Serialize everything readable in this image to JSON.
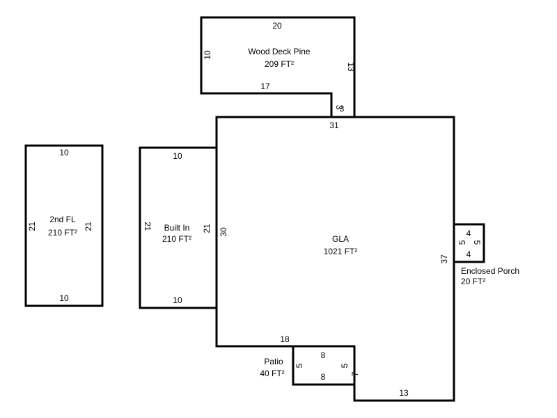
{
  "colors": {
    "line": "#000000",
    "background": "#ffffff"
  },
  "areas": {
    "deck": {
      "name": "Wood Deck Pine",
      "area": "209 FT²"
    },
    "second": {
      "name": "2nd FL",
      "area": "210 FT²"
    },
    "built": {
      "name": "Built In",
      "area": "210 FT²"
    },
    "gla": {
      "name": "GLA",
      "area": "1021 FT²"
    },
    "porch": {
      "name": "Enclosed Porch",
      "area": "20 FT²"
    },
    "patio": {
      "name": "Patio",
      "area": "40 FT²"
    }
  },
  "dims": {
    "deck_top": "20",
    "deck_left": "10",
    "deck_right": "13",
    "deck_bottom": "17",
    "deck_step_a": "3",
    "deck_step_b": "3",
    "second_top": "10",
    "second_bottom": "10",
    "second_left": "21",
    "second_right": "21",
    "built_top": "10",
    "built_bottom": "10",
    "built_left": "21",
    "built_right": "21",
    "gla_top": "31",
    "gla_left": "30",
    "gla_right": "37",
    "gla_bottom_left": "18",
    "gla_bottom_right": "13",
    "gla_step": "7",
    "porch_top": "4",
    "porch_bottom": "4",
    "porch_left": "5",
    "porch_right": "5",
    "patio_top": "8",
    "patio_bottom": "8",
    "patio_left": "5",
    "patio_right": "5"
  }
}
